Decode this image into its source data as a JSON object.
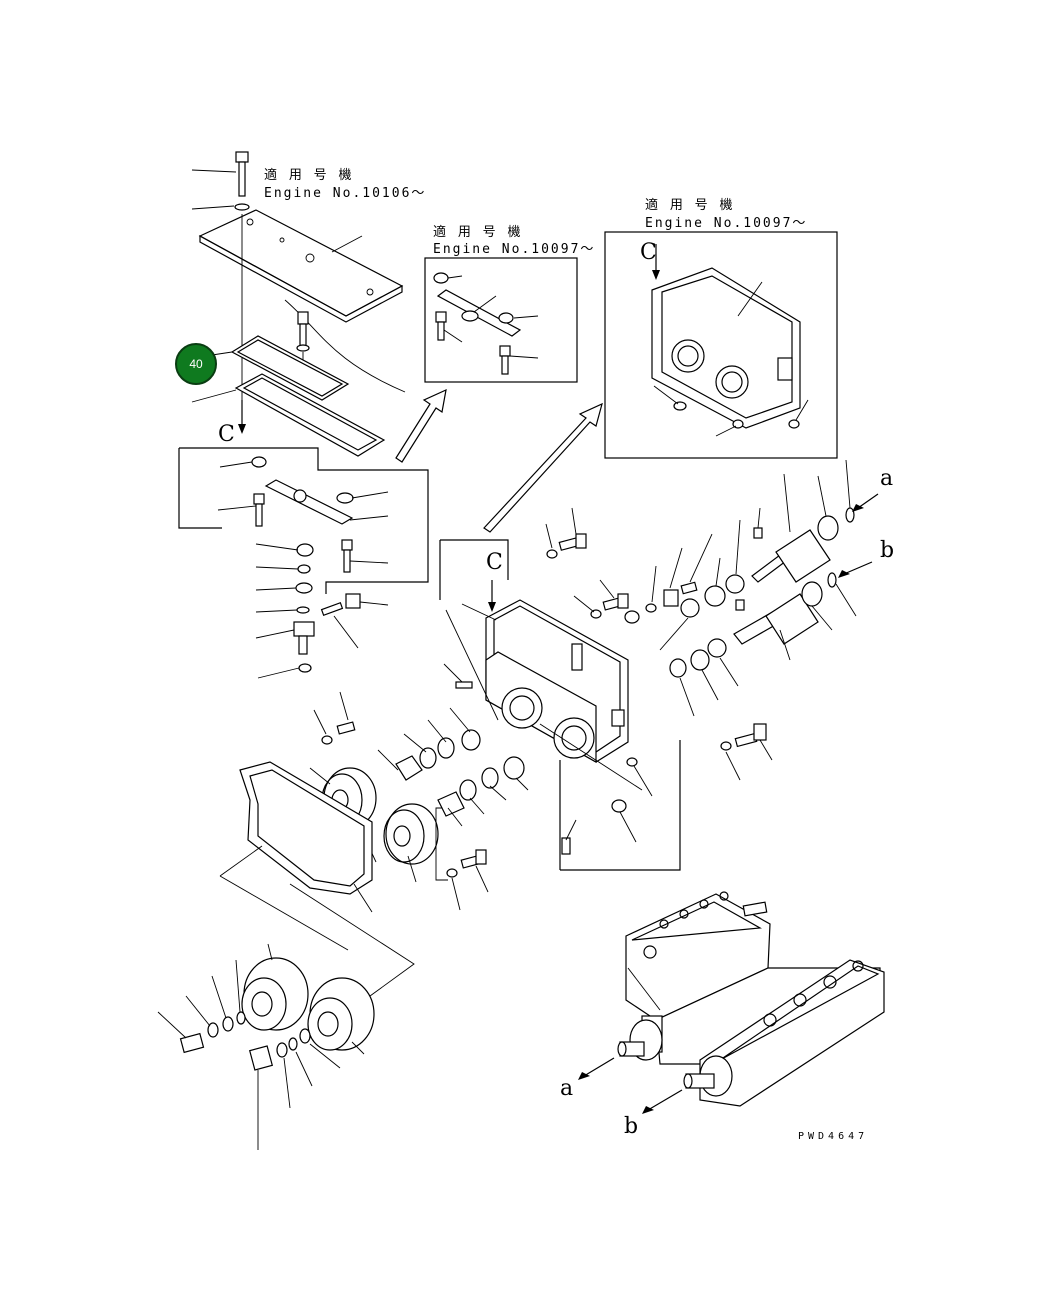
{
  "header_labels": {
    "top_left": {
      "line1": "適 用 号 機",
      "line2": "Engine No.10106～"
    },
    "middle": {
      "line1": "適 用 号 機",
      "line2": "Engine No.10097～"
    },
    "right": {
      "line1": "適 用 号 機",
      "line2": "Engine No.10097～"
    }
  },
  "view_labels": {
    "c_left": "C",
    "c_center": "C",
    "c_inset": "C"
  },
  "shaft_labels": {
    "a_top": "a",
    "b_top": "b",
    "a_bottom": "a",
    "b_bottom": "b"
  },
  "marker": {
    "label": "40",
    "color": "#0f7a1f"
  },
  "drawing_code": "PWD4647"
}
